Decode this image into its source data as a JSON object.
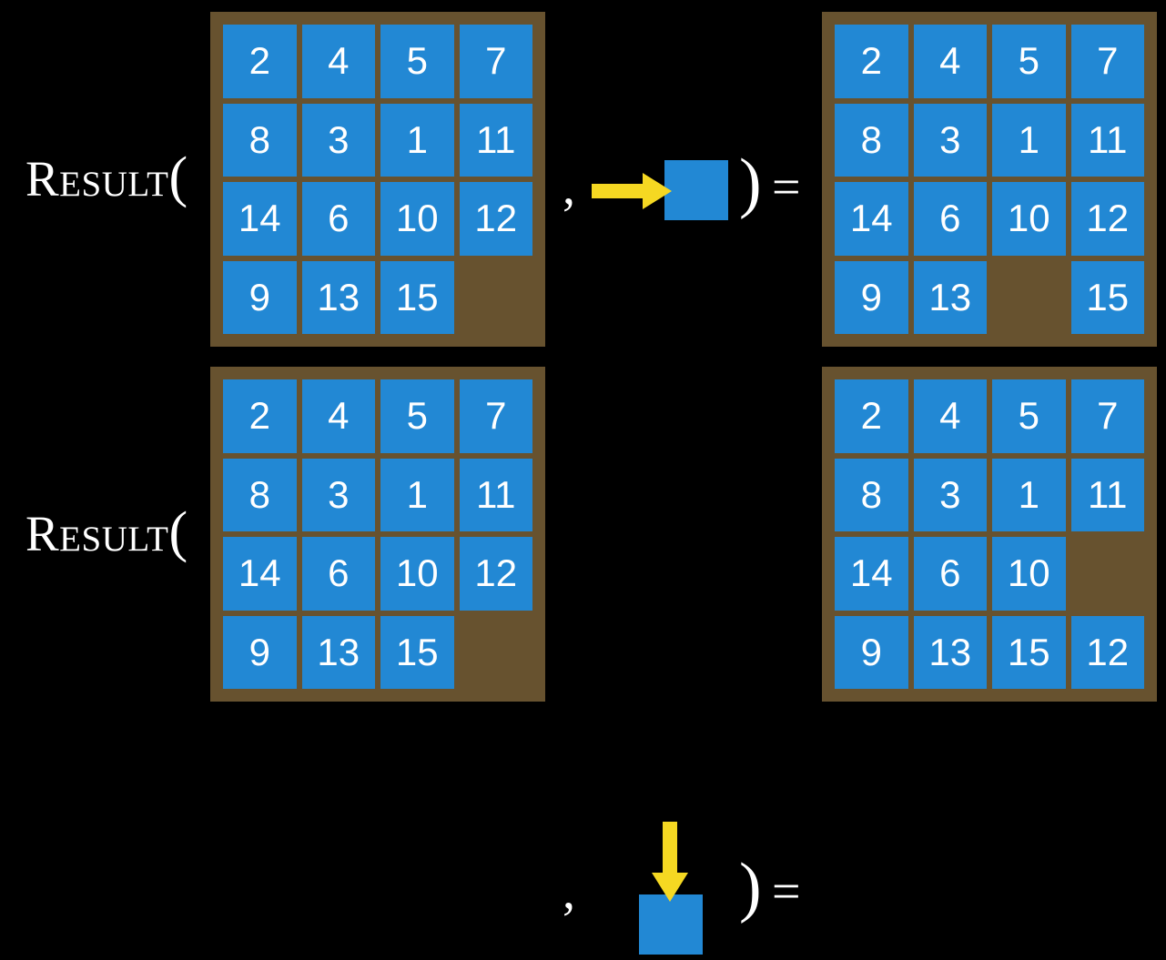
{
  "colors": {
    "background": "#000000",
    "board_frame": "#67522f",
    "tile": "#2288d4",
    "tile_text": "#ffffff",
    "arrow": "#f5d822",
    "label_text": "#ffffff"
  },
  "equations": [
    {
      "id": "move-right",
      "label": "Result",
      "open_paren": "(",
      "comma": ",",
      "close_paren": ")",
      "equals": "=",
      "action": {
        "name": "move-blank-right",
        "arrow_direction": "right",
        "arrow_glyph": "→"
      },
      "input_board": {
        "rows": 4,
        "columns": 4,
        "tiles": [
          [
            "2",
            "4",
            "5",
            "7"
          ],
          [
            "8",
            "3",
            "1",
            "11"
          ],
          [
            "14",
            "6",
            "10",
            "12"
          ],
          [
            "9",
            "13",
            "15",
            ""
          ]
        ]
      },
      "output_board": {
        "rows": 4,
        "columns": 4,
        "tiles": [
          [
            "2",
            "4",
            "5",
            "7"
          ],
          [
            "8",
            "3",
            "1",
            "11"
          ],
          [
            "14",
            "6",
            "10",
            "12"
          ],
          [
            "9",
            "13",
            "",
            "15"
          ]
        ]
      }
    },
    {
      "id": "move-down",
      "label": "Result",
      "open_paren": "(",
      "comma": ",",
      "close_paren": ")",
      "equals": "=",
      "action": {
        "name": "move-blank-down",
        "arrow_direction": "down",
        "arrow_glyph": "↓"
      },
      "input_board": {
        "rows": 4,
        "columns": 4,
        "tiles": [
          [
            "2",
            "4",
            "5",
            "7"
          ],
          [
            "8",
            "3",
            "1",
            "11"
          ],
          [
            "14",
            "6",
            "10",
            "12"
          ],
          [
            "9",
            "13",
            "15",
            ""
          ]
        ]
      },
      "output_board": {
        "rows": 4,
        "columns": 4,
        "tiles": [
          [
            "2",
            "4",
            "5",
            "7"
          ],
          [
            "8",
            "3",
            "1",
            "11"
          ],
          [
            "14",
            "6",
            "10",
            ""
          ],
          [
            "9",
            "13",
            "15",
            "12"
          ]
        ]
      }
    }
  ]
}
